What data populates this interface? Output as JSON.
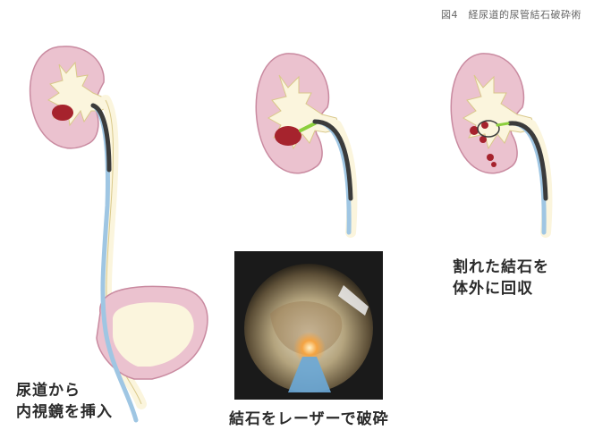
{
  "figure": {
    "caption": "図4　経尿道的尿管結石破砕術"
  },
  "steps": [
    {
      "id": "insert",
      "lines": [
        "尿道から",
        "内視鏡を挿入"
      ]
    },
    {
      "id": "laser",
      "lines": [
        "結石をレーザーで破砕"
      ]
    },
    {
      "id": "retrieve",
      "lines": [
        "割れた結石を",
        "体外に回収"
      ]
    }
  ],
  "colors": {
    "kidney_fill": "#ebc2cf",
    "kidney_edge": "#c98aa0",
    "collecting_system": "#fbf5dd",
    "stone": "#a6232d",
    "scope_dark": "#3b3b3b",
    "scope_blue": "#9fc6e3",
    "laser_green": "#8ccf3c",
    "photo_bg": "#1a1a1a"
  }
}
